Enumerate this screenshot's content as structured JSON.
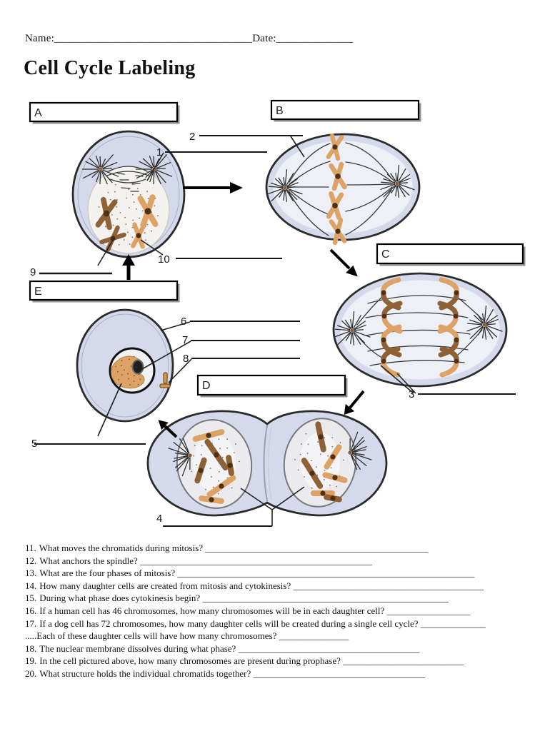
{
  "header": {
    "name_label": "Name:",
    "name_blank": "____________________________________",
    "date_label": "Date:",
    "date_blank": "______________",
    "title": "Cell Cycle Labeling"
  },
  "diagram": {
    "boxes": {
      "a": "A",
      "b": "B",
      "c": "C",
      "d": "D",
      "e": "E"
    },
    "numbers": {
      "n1": "1",
      "n2": "2",
      "n3": "3",
      "n4": "4",
      "n5": "5",
      "n6": "6",
      "n7": "7",
      "n8": "8",
      "n9": "9",
      "n10": "10"
    },
    "colors": {
      "cytoplasm": "#d4daeb",
      "inner": "#f3f2ef",
      "membrane": "#2b2b2b",
      "spindle": "#3a3a3a",
      "chromosome_tan": "#dca266",
      "chromosome_brown": "#8f6136",
      "centromere": "#4f3015",
      "speckle": "#5b4428"
    }
  },
  "questions": [
    {
      "n": "11.",
      "t": "What moves the chromatids during mitosis?",
      "b": "________________________________________________"
    },
    {
      "n": "12.",
      "t": "What anchors the spindle?",
      "b": "__________________________________________________"
    },
    {
      "n": "13.",
      "t": "What are the four phases of mitosis?",
      "b": "________________________________________________________________"
    },
    {
      "n": "14.",
      "t": "How many daughter cells are created from mitosis and cytokinesis?",
      "b": "_________________________________________"
    },
    {
      "n": "15.",
      "t": "During what phase does cytokinesis begin?",
      "b": "_____________________________________________________"
    },
    {
      "n": "16.",
      "t": "If a human cell has 46 chromosomes, how many chromosomes will be in each daughter cell?",
      "b": "__________________"
    },
    {
      "n": "17.",
      "t": "If a dog cell has 72 chromosomes, how many daughter cells will be created during a single cell cycle?",
      "b": "______________"
    },
    {
      "n": "",
      "t": ".....Each of these daughter cells will have how many chromosomes?",
      "b": "_______________"
    },
    {
      "n": "18.",
      "t": "The nuclear membrane dissolves during what phase?",
      "b": "_______________________________________"
    },
    {
      "n": "19.",
      "t": "In the cell pictured above, how many chromosomes are present during prophase?",
      "b": "__________________________"
    },
    {
      "n": "20.",
      "t": "What structure holds the individual chromatids together?",
      "b": "_____________________________________"
    }
  ]
}
